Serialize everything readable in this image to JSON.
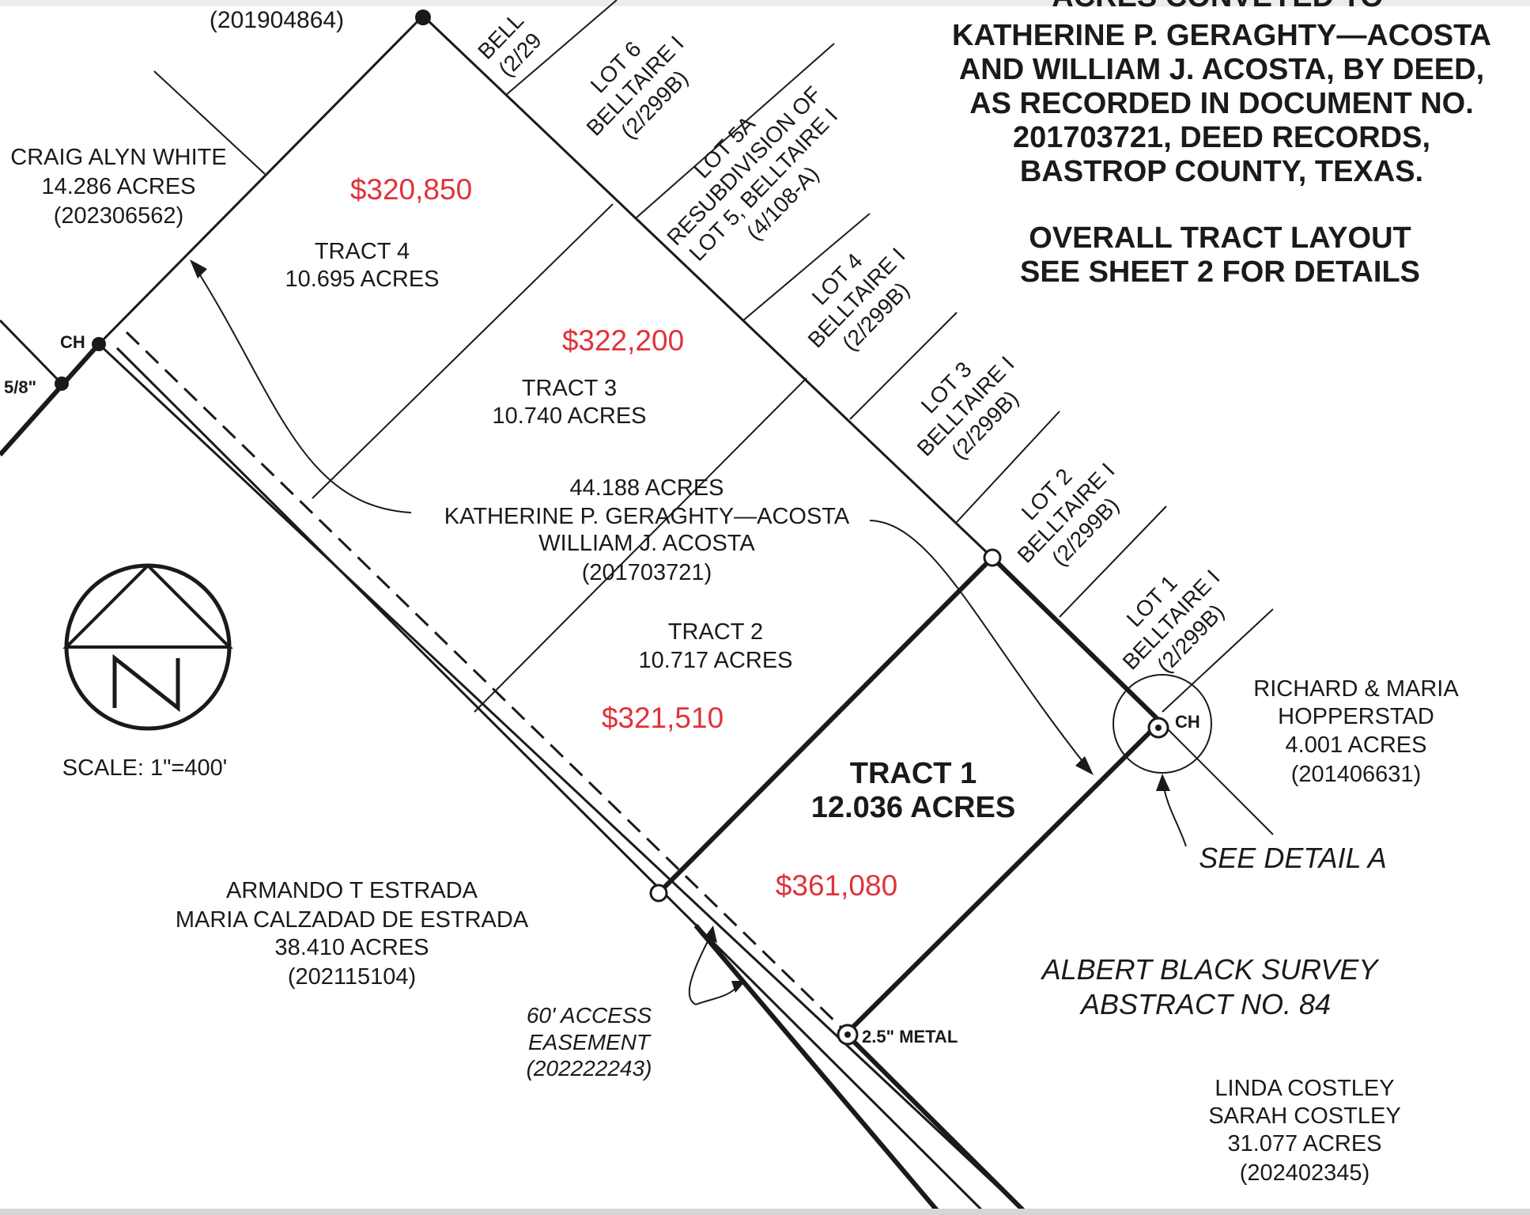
{
  "header": {
    "partial_top_line": "ACRES CONVEYED TO",
    "title_lines": [
      "KATHERINE P. GERAGHTY—ACOSTA",
      "AND WILLIAM J. ACOSTA, BY DEED,",
      "AS RECORDED IN DOCUMENT NO.",
      "201703721, DEED RECORDS,",
      "BASTROP COUNTY, TEXAS."
    ],
    "layout_lines": [
      "OVERALL TRACT LAYOUT",
      "SEE SHEET 2 FOR DETAILS"
    ]
  },
  "top_doc_number": "(201904864)",
  "neighbors": {
    "white": [
      "CRAIG ALYN WHITE",
      "14.286 ACRES",
      "(202306562)"
    ],
    "hopperstad": [
      "RICHARD & MARIA",
      "HOPPERSTAD",
      "4.001 ACRES",
      "(201406631)"
    ],
    "estrada": [
      "ARMANDO T ESTRADA",
      "MARIA CALZADAD DE ESTRADA",
      "38.410 ACRES",
      "(202115104)"
    ],
    "costley": [
      "LINDA COSTLEY",
      "SARAH COSTLEY",
      "31.077 ACRES",
      "(202402345)"
    ]
  },
  "parent_tract": [
    "44.188 ACRES",
    "KATHERINE P. GERAGHTY—ACOSTA",
    "WILLIAM J. ACOSTA",
    "(201703721)"
  ],
  "tracts": [
    {
      "name": "TRACT 4",
      "acres": "10.695 ACRES",
      "price": "$320,850"
    },
    {
      "name": "TRACT 3",
      "acres": "10.740 ACRES",
      "price": "$322,200"
    },
    {
      "name": "TRACT 2",
      "acres": "10.717 ACRES",
      "price": "$321,510"
    },
    {
      "name": "TRACT 1",
      "acres": "12.036 ACRES",
      "price": "$361,080"
    }
  ],
  "lots": {
    "lot7_partial": [
      "BELL",
      "(2/29"
    ],
    "lot6": [
      "LOT 6",
      "BELLTAIRE I",
      "(2/299B)"
    ],
    "lot5a": [
      "LOT 5A",
      "RESUBDIVISION OF",
      "LOT 5, BELLTAIRE I",
      "(4/108-A)"
    ],
    "lot4": [
      "LOT 4",
      "BELLTAIRE I",
      "(2/299B)"
    ],
    "lot3": [
      "LOT 3",
      "BELLTAIRE I",
      "(2/299B)"
    ],
    "lot2": [
      "LOT 2",
      "BELLTAIRE I",
      "(2/299B)"
    ],
    "lot1": [
      "LOT 1",
      "BELLTAIRE I",
      "(2/299B)"
    ]
  },
  "markers": {
    "ch_left": "CH",
    "rebar": "5/8\"",
    "ch_right": "CH",
    "metal": "2.5\" METAL"
  },
  "scale": "SCALE: 1\"=400'",
  "easement": [
    "60' ACCESS",
    "EASEMENT",
    "(202222243)"
  ],
  "see_detail": "SEE DETAIL A",
  "survey": [
    "ALBERT BLACK SURVEY",
    "ABSTRACT NO. 84"
  ]
}
